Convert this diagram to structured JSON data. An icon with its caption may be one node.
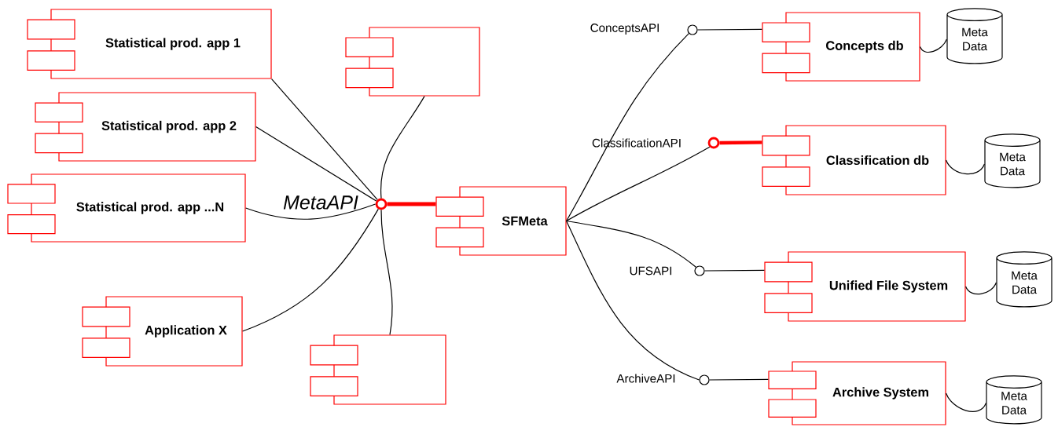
{
  "diagram": {
    "nodes": [
      {
        "text": [
          "Statistical prod. app 1"
        ]
      },
      {
        "text": [],
        "shape": "box"
      },
      {
        "text": [
          "Statistical prod. app 2"
        ]
      },
      {
        "text": [
          "Statistical prod. app ...N"
        ]
      },
      {
        "text": [],
        "shape": "circle",
        "beside": [
          "MetaAPI"
        ]
      },
      {
        "text": [
          "SFMeta"
        ]
      },
      {
        "text": [
          "Application X"
        ]
      },
      {
        "text": [],
        "shape": "box"
      },
      {
        "text": [],
        "shape": "circle",
        "beside": [
          "ConceptsAPI"
        ]
      },
      {
        "text": [
          "Concepts db"
        ]
      },
      {
        "text": [
          "Meta Data"
        ]
      },
      {
        "text": [],
        "shape": "circle",
        "beside": [
          "ClassificationAPI"
        ]
      },
      {
        "text": [
          "Classification db"
        ]
      },
      {
        "text": [
          "Meta Data"
        ]
      },
      {
        "text": [],
        "shape": "circle",
        "beside": [
          "UFSAPI"
        ]
      },
      {
        "text": [
          "Unified File System"
        ]
      },
      {
        "text": [
          "Meta Data"
        ]
      },
      {
        "text": [],
        "shape": "circle",
        "beside": [
          "ArchiveAPI"
        ]
      },
      {
        "text": [
          "Archive System"
        ]
      },
      {
        "text": [
          "Meta Data"
        ]
      }
    ],
    "edges": [
      {
        "from": 0,
        "to": 4,
        "arrow": "none"
      },
      {
        "from": 1,
        "to": 4,
        "arrow": "none"
      },
      {
        "from": 2,
        "to": 4,
        "arrow": "none"
      },
      {
        "from": 3,
        "to": 4,
        "arrow": "none"
      },
      {
        "from": 6,
        "to": 4,
        "arrow": "none"
      },
      {
        "from": 7,
        "to": 4,
        "arrow": "none"
      },
      {
        "from": 4,
        "to": 5,
        "arrow": "none",
        "style": "thick",
        "color": "#ff0000"
      },
      {
        "from": 5,
        "to": 8,
        "arrow": "none"
      },
      {
        "from": 5,
        "to": 11,
        "arrow": "none"
      },
      {
        "from": 5,
        "to": 14,
        "arrow": "none"
      },
      {
        "from": 5,
        "to": 17,
        "arrow": "none"
      },
      {
        "from": 8,
        "to": 9,
        "arrow": "none"
      },
      {
        "from": 11,
        "to": 12,
        "arrow": "none",
        "style": "thick",
        "color": "#ff0000"
      },
      {
        "from": 14,
        "to": 15,
        "arrow": "none"
      },
      {
        "from": 17,
        "to": 18,
        "arrow": "none"
      },
      {
        "from": 9,
        "to": 10,
        "arrow": "none"
      },
      {
        "from": 12,
        "to": 13,
        "arrow": "none"
      },
      {
        "from": 15,
        "to": 16,
        "arrow": "none"
      },
      {
        "from": 18,
        "to": 19,
        "arrow": "none"
      }
    ]
  }
}
